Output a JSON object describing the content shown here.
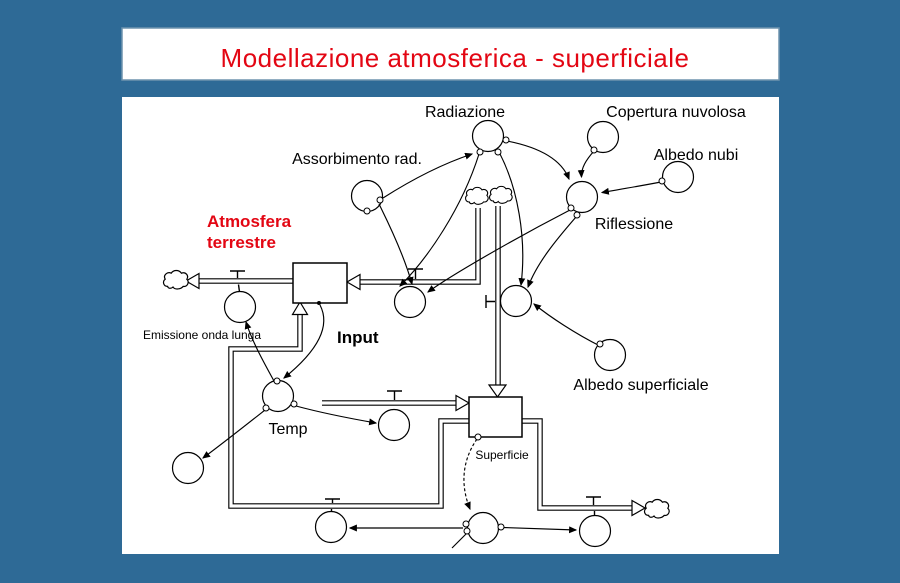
{
  "slide": {
    "title": "Modellazione atmosferica - superficiale"
  },
  "diagram": {
    "radiazione": "Radiazione",
    "copertura_nuvolosa": "Copertura nuvolosa",
    "assorbimento_rad": "Assorbimento rad.",
    "albedo_nubi": "Albedo nubi",
    "atmosfera_line1": "Atmosfera",
    "atmosfera_line2": "terrestre",
    "riflessione": "Riflessione",
    "emissione_onda_lunga": "Emissione onda lunga",
    "input": "Input",
    "albedo_superficiale": "Albedo superficiale",
    "temp": "Temp",
    "superficie": "Superficie"
  },
  "colors": {
    "background": "#2e6a96",
    "panel": "#ffffff",
    "title_text": "#e30613",
    "accent_text": "#e30613",
    "diagram_lines": "#000000"
  }
}
